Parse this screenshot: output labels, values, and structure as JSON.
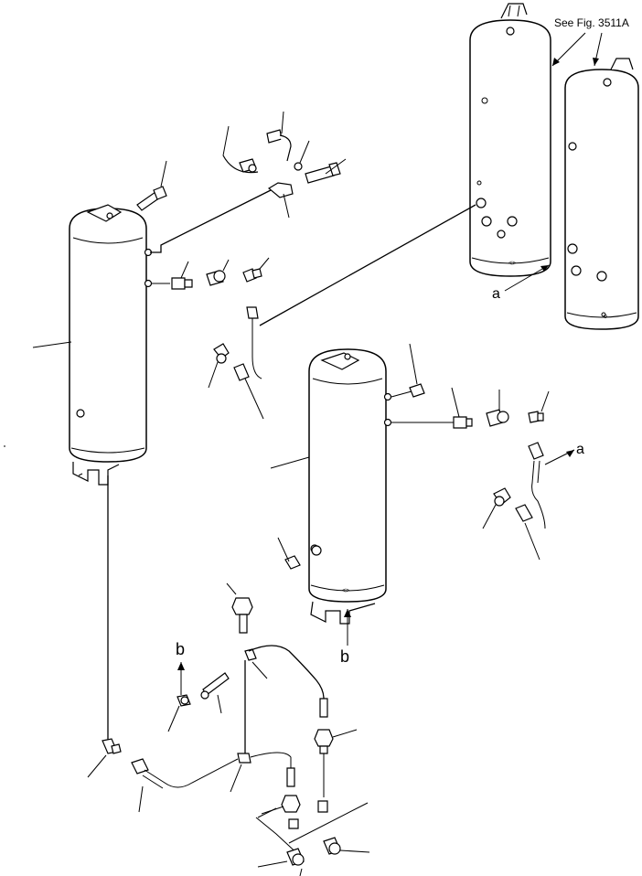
{
  "figure": {
    "reference_note": "See Fig. 3511A",
    "connection_labels": {
      "a_upper": "a",
      "a_lower": "a",
      "b_upper": "b",
      "b_lower": "b"
    }
  }
}
